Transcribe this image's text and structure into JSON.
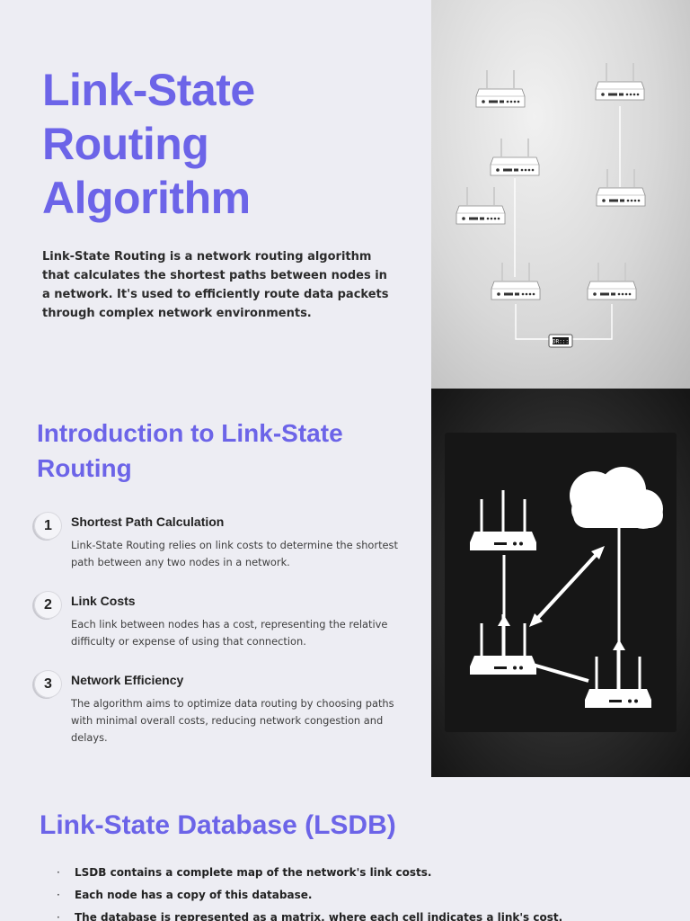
{
  "hero": {
    "title_lines": [
      "Link-State",
      "Routing",
      "Algorithm"
    ],
    "description": "Link-State Routing is a network routing algorithm that calculates the shortest paths between nodes in a network. It's used to efficiently route data packets through complex network environments.",
    "device_label": "DR:::"
  },
  "introduction": {
    "title": "Introduction to Link-State Routing",
    "steps": [
      {
        "number": "1",
        "title": "Shortest Path Calculation",
        "description": "Link-State Routing relies on link costs to determine the shortest path between any two nodes in a network."
      },
      {
        "number": "2",
        "title": "Link Costs",
        "description": "Each link between nodes has a cost, representing the relative difficulty or expense of using that connection."
      },
      {
        "number": "3",
        "title": "Network Efficiency",
        "description": "The algorithm aims to optimize data routing by choosing paths with minimal overall costs, reducing network congestion and delays."
      }
    ]
  },
  "lsdb": {
    "title": "Link-State Database (LSDB)",
    "bullet_symbol": "·",
    "bullets": [
      "LSDB contains a complete map of the network's link costs.",
      "Each node has a copy of this database.",
      "The database is represented as a matrix, where each cell indicates a link's cost."
    ]
  },
  "colors": {
    "accent": "#6c64e8",
    "background": "#ededf3",
    "text": "#2a2a2a"
  }
}
